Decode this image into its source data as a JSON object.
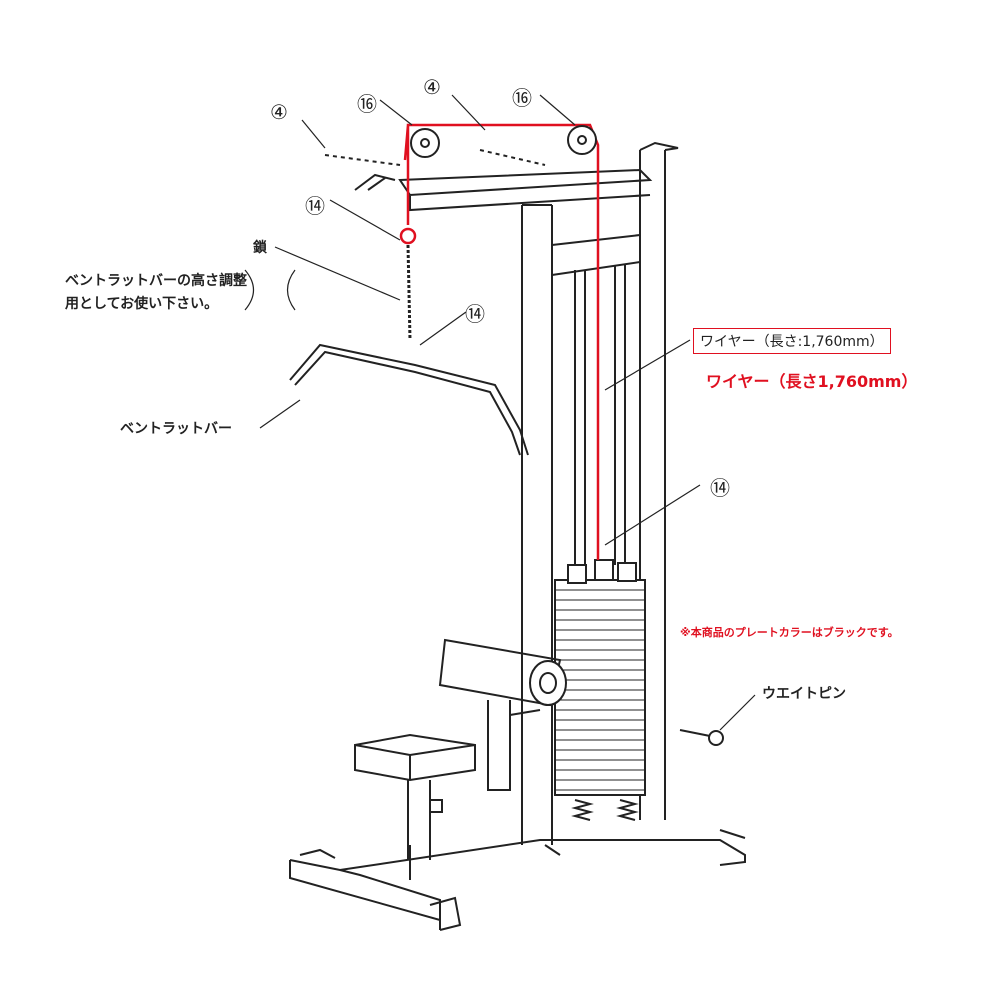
{
  "parts": {
    "p4_left": "④",
    "p16_left": "⑯",
    "p4_mid": "④",
    "p16_right": "⑯",
    "p14_chain_top": "⑭",
    "p14_bar": "⑭",
    "p14_stack": "⑭"
  },
  "labels": {
    "chain": "鎖",
    "chain_note_line1": "ベントラットバーの高さ調整",
    "chain_note_line2": "用としてお使い下さい。",
    "bent_bar": "ベントラットバー",
    "wire_boxed": "ワイヤー（長さ:1,760mm）",
    "wire_red": "ワイヤー（長さ1,760mm）",
    "plate_note": "※本商品のプレートカラーはブラックです。",
    "weight_pin": "ウエイトピン"
  },
  "colors": {
    "accent": "#e01020",
    "line": "#222222"
  }
}
